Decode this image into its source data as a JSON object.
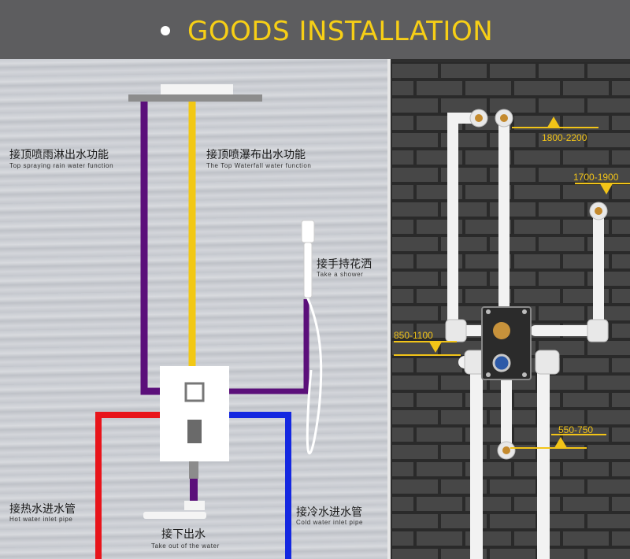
{
  "header": {
    "title": "GOODS INSTALLATION"
  },
  "labels": {
    "top_rain": {
      "cn": "接顶喷雨淋出水功能",
      "en": "Top spraying rain water function"
    },
    "top_waterfall": {
      "cn": "接顶喷瀑布出水功能",
      "en": "The Top Waterfall water function"
    },
    "hand_shower": {
      "cn": "接手持花洒",
      "en": "Take a shower"
    },
    "hot_inlet": {
      "cn": "接热水进水管",
      "en": "Hot water inlet pipe"
    },
    "cold_inlet": {
      "cn": "接冷水进水管",
      "en": "Cold water inlet pipe"
    },
    "bottom_out": {
      "cn": "接下出水",
      "en": "Take out of the water"
    }
  },
  "measurements": {
    "m1": "1800-2200",
    "m2": "1700-1900",
    "m3": "850-1100",
    "m4": "550-750"
  },
  "colors": {
    "header_bg": "#5d5d5f",
    "title": "#f7cf16",
    "purple_pipe": "#5b0f7a",
    "yellow_pipe": "#f2c814",
    "hot_pipe": "#e8141a",
    "cold_pipe": "#1428e0",
    "measure": "#f2c418"
  }
}
